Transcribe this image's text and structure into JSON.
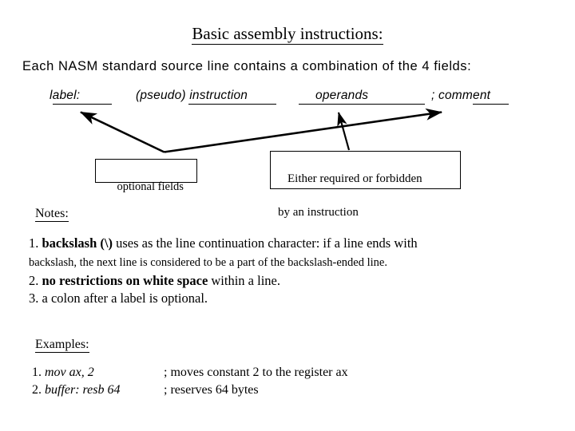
{
  "slide": {
    "title": "Basic assembly instructions:",
    "intro": "Each NASM standard source line contains a combination of the 4 fields:"
  },
  "fields": [
    {
      "id": "label",
      "label": "label:"
    },
    {
      "id": "instruction",
      "label": "(pseudo) instruction"
    },
    {
      "id": "operands",
      "label": "operands"
    },
    {
      "id": "comment",
      "label": "; comment"
    }
  ],
  "callouts": {
    "optional": "optional fields",
    "required_line1": "Either required or forbidden",
    "required_line2": "by an instruction"
  },
  "notes": {
    "heading": "Notes:",
    "items": [
      {
        "number": "1.",
        "bold": "backslash (\\)",
        "rest": " uses as the line continuation character: if a line ends with",
        "continuation": "backslash, the next line is considered to be a part of the backslash-ended line."
      },
      {
        "number": "2.",
        "bold": "no restrictions on white space",
        "rest": " within a line."
      },
      {
        "number": "3.",
        "bold": "",
        "rest": "a colon after a label is optional."
      }
    ]
  },
  "examples": {
    "heading": "Examples:",
    "items": [
      {
        "number": "1.",
        "code": "mov ax, 2",
        "comment": "; moves constant 2 to the register ax"
      },
      {
        "number": "2.",
        "code": "buffer: resb 64",
        "comment": "; reserves 64 bytes"
      }
    ]
  },
  "colors": {
    "background": "#ffffff",
    "ink": "#000000"
  }
}
